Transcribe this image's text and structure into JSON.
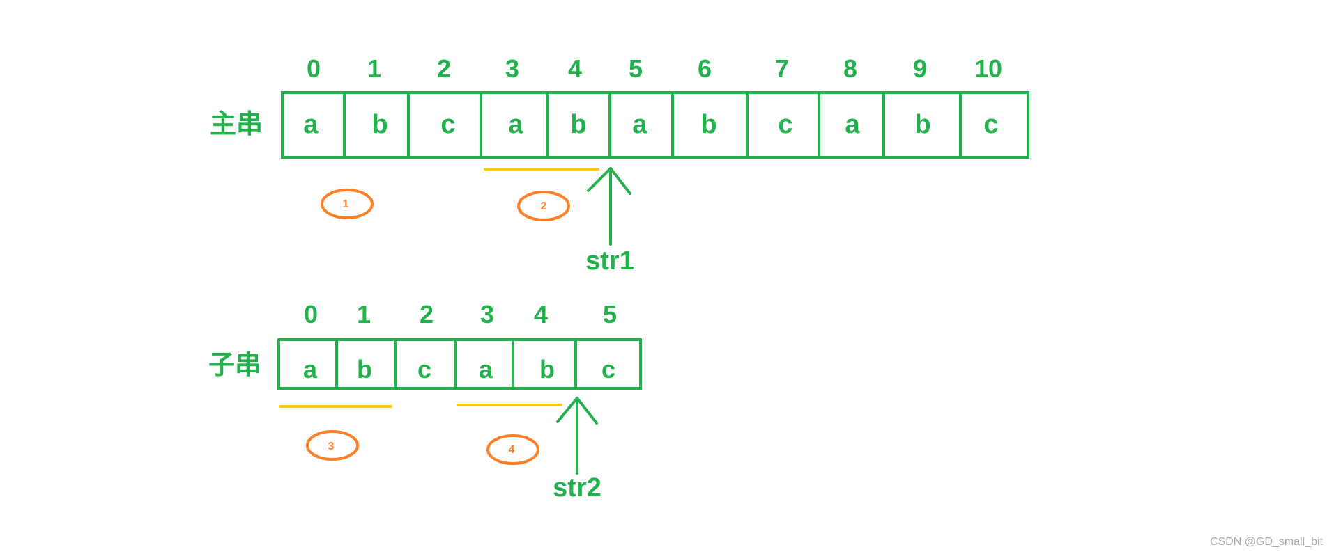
{
  "main_string": {
    "label": "主串",
    "indices": [
      "0",
      "1",
      "2",
      "3",
      "4",
      "5",
      "6",
      "7",
      "8",
      "9",
      "10"
    ],
    "chars": [
      "a",
      "b",
      "c",
      "a",
      "b",
      "a",
      "b",
      "c",
      "a",
      "b",
      "c"
    ],
    "pointer_label": "str1",
    "markers": [
      "1",
      "2"
    ]
  },
  "sub_string": {
    "label": "子串",
    "indices": [
      "0",
      "1",
      "2",
      "3",
      "4",
      "5"
    ],
    "chars": [
      "a",
      "b",
      "c",
      "a",
      "b",
      "c"
    ],
    "pointer_label": "str2",
    "markers": [
      "3",
      "4"
    ]
  },
  "watermark": "CSDN @GD_small_bit",
  "colors": {
    "primary": "#22b14c",
    "underline": "#ffc90e",
    "marker": "#ff7f27",
    "watermark": "#a8a8a8"
  }
}
